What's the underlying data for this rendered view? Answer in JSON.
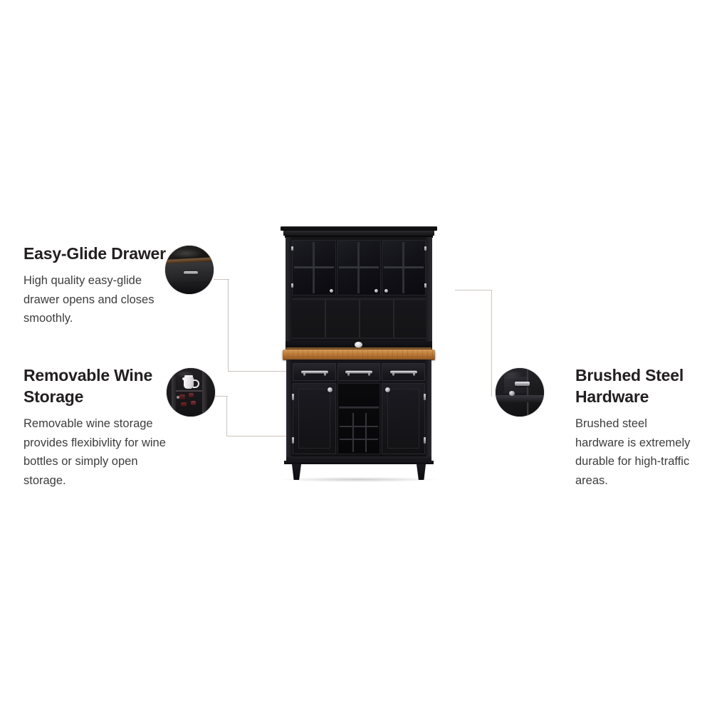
{
  "page": {
    "background_color": "#ffffff",
    "connector_color": "#cdc4bd",
    "heading_color": "#231f20",
    "body_color": "#3d3d3f"
  },
  "features": [
    {
      "id": "easy-glide-drawer",
      "heading": "Easy-Glide Drawer",
      "body": "High quality easy-glide drawer opens and closes smoothly.",
      "callout_icon": "drawer-closeup-photo"
    },
    {
      "id": "removable-wine-storage",
      "heading": "Removable Wine Storage",
      "body": "Removable wine storage provides flexibivlity for wine bottles or simply open storage.",
      "callout_icon": "wine-storage-closeup-photo"
    },
    {
      "id": "brushed-steel-hardware",
      "heading": "Brushed Steel Hardware",
      "body": "Brushed steel hardware is extremely durable for high-traffic areas.",
      "callout_icon": "hardware-closeup-photo"
    }
  ],
  "product": {
    "name": "black-buffet-with-hutch",
    "finish_color": "#141418",
    "countertop_color": "#c2823f",
    "hardware_color": "#c4c4c8",
    "parts": {
      "hutch_glass_doors": 3,
      "drawers": 3,
      "cabinet_doors": 2,
      "wine_rack_columns": 3,
      "wine_rack_rows": 3,
      "legs": 2
    }
  }
}
